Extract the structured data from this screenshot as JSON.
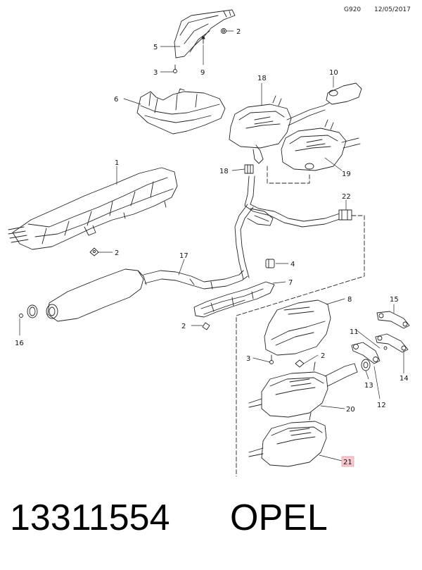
{
  "header": {
    "code": "G920",
    "date": "12/05/2017"
  },
  "footer": {
    "part_number": "13311554",
    "brand": "OPEL"
  },
  "callouts": [
    "1",
    "2",
    "3",
    "4",
    "5",
    "6",
    "7",
    "8",
    "9",
    "10",
    "11",
    "12",
    "13",
    "14",
    "15",
    "16",
    "17",
    "18",
    "19",
    "20",
    "21",
    "22"
  ],
  "highlighted_callout": "21",
  "highlight_color": "#f6c9cf"
}
